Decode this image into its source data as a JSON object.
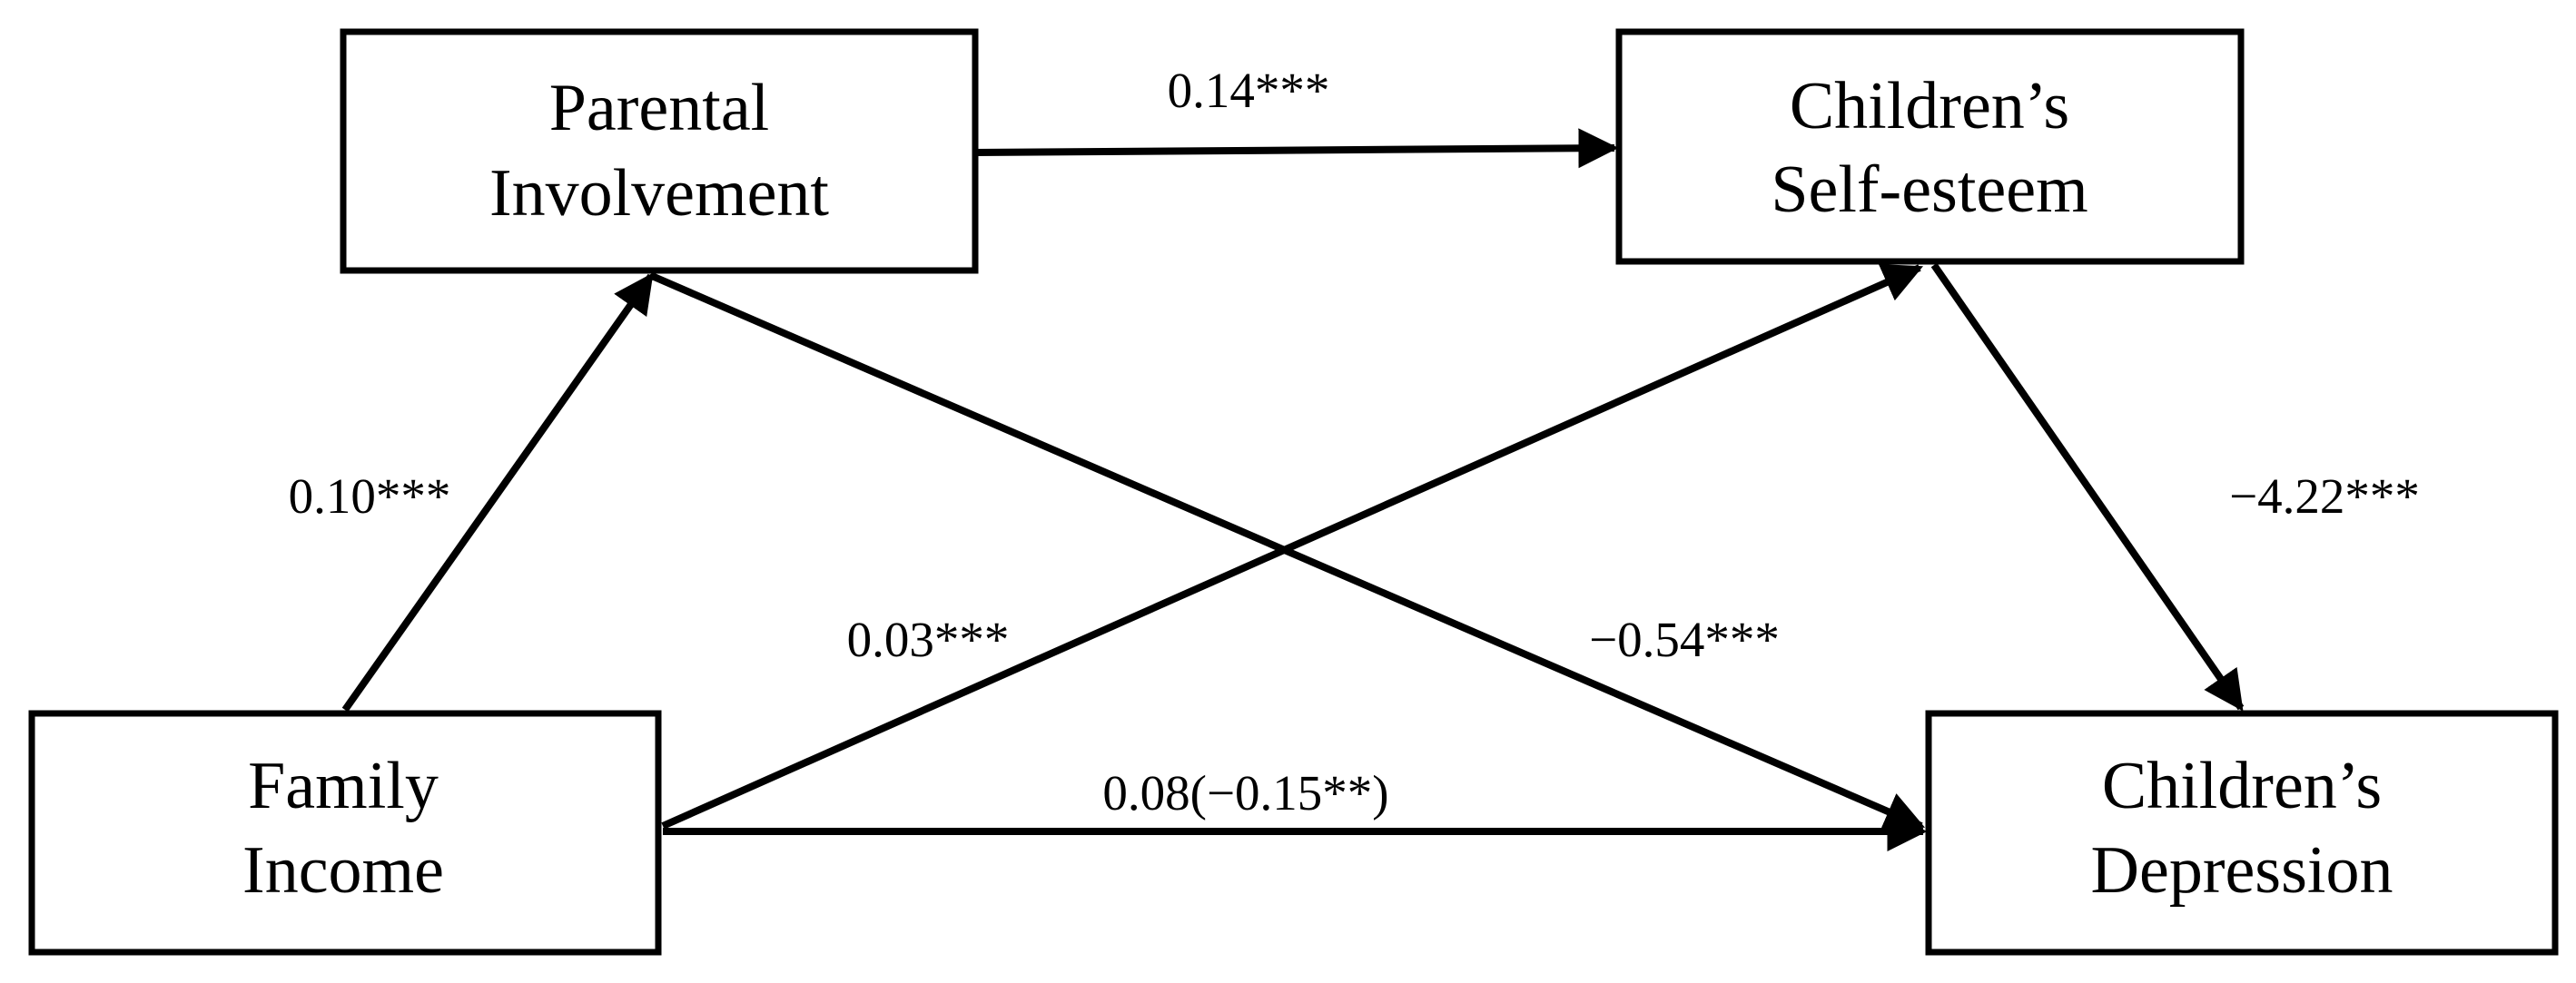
{
  "nodes": {
    "parental_involvement": {
      "line1": "Parental",
      "line2": "Involvement"
    },
    "childrens_self_esteem": {
      "line1": "Children’s",
      "line2": "Self-esteem"
    },
    "family_income": {
      "line1": "Family",
      "line2": "Income"
    },
    "childrens_depression": {
      "line1": "Children’s",
      "line2": "Depression"
    }
  },
  "edges": {
    "pi_to_se": "0.14***",
    "fi_to_pi": "0.10***",
    "fi_to_se": "0.03***",
    "pi_to_dep": "−0.54***",
    "se_to_dep": "−4.22***",
    "fi_to_dep": "0.08(−0.15**)"
  },
  "colors": {
    "stroke": "#000000",
    "background": "#ffffff"
  }
}
